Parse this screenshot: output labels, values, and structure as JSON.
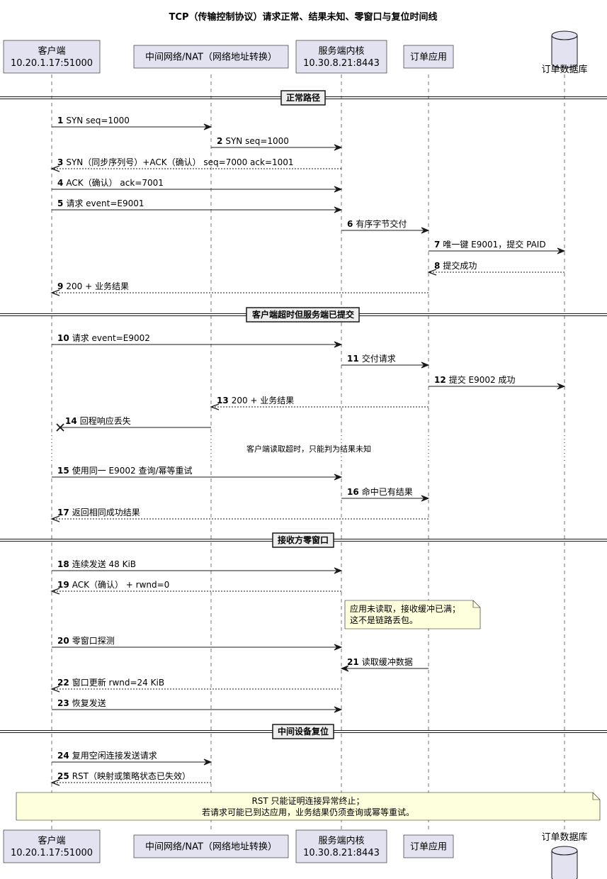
{
  "title": "TCP（传输控制协议）请求正常、结果未知、零窗口与复位时间线",
  "participants": [
    {
      "id": "client",
      "lines": [
        "客户端",
        "10.20.1.17:51000"
      ]
    },
    {
      "id": "nat",
      "lines": [
        "中间网络/NAT（网络地址转换）"
      ]
    },
    {
      "id": "kernel",
      "lines": [
        "服务端内核",
        "10.30.8.21:8443"
      ]
    },
    {
      "id": "app",
      "lines": [
        "订单应用"
      ]
    },
    {
      "id": "db",
      "type": "database",
      "lines": [
        "订单数据库"
      ]
    }
  ],
  "dividers": [
    {
      "label": "正常路径"
    },
    {
      "label": "客户端超时但服务端已提交"
    },
    {
      "label": "接收方零窗口"
    },
    {
      "label": "中间设备复位"
    }
  ],
  "messages": [
    {
      "num": "1",
      "text": "SYN seq=1000",
      "from": "client",
      "to": "nat",
      "style": "solid"
    },
    {
      "num": "2",
      "text": "SYN seq=1000",
      "from": "nat",
      "to": "kernel",
      "style": "solid"
    },
    {
      "num": "3",
      "text": "SYN（同步序列号）+ACK（确认） seq=7000 ack=1001",
      "from": "kernel",
      "to": "client",
      "style": "dashed"
    },
    {
      "num": "4",
      "text": "ACK（确认） ack=7001",
      "from": "client",
      "to": "kernel",
      "style": "solid"
    },
    {
      "num": "5",
      "text": "请求 event=E9001",
      "from": "client",
      "to": "kernel",
      "style": "solid"
    },
    {
      "num": "6",
      "text": "有序字节交付",
      "from": "kernel",
      "to": "app",
      "style": "solid"
    },
    {
      "num": "7",
      "text": "唯一键 E9001，提交 PAID",
      "from": "app",
      "to": "db",
      "style": "solid"
    },
    {
      "num": "8",
      "text": "提交成功",
      "from": "db",
      "to": "app",
      "style": "dashed"
    },
    {
      "num": "9",
      "text": "200 + 业务结果",
      "from": "app",
      "to": "client",
      "style": "dashed"
    },
    {
      "num": "10",
      "text": "请求 event=E9002",
      "from": "client",
      "to": "kernel",
      "style": "solid"
    },
    {
      "num": "11",
      "text": "交付请求",
      "from": "kernel",
      "to": "app",
      "style": "solid"
    },
    {
      "num": "12",
      "text": "提交 E9002 成功",
      "from": "app",
      "to": "db",
      "style": "solid"
    },
    {
      "num": "13",
      "text": "200 + 业务结果",
      "from": "app",
      "to": "nat",
      "style": "dashed"
    },
    {
      "num": "14",
      "text": "回程响应丢失",
      "from": "nat",
      "to": "client",
      "style": "lost"
    },
    {
      "num": "15",
      "text": "使用同一 E9002 查询/幂等重试",
      "from": "client",
      "to": "kernel",
      "style": "solid"
    },
    {
      "num": "16",
      "text": "命中已有结果",
      "from": "kernel",
      "to": "app",
      "style": "solid"
    },
    {
      "num": "17",
      "text": "返回相同成功结果",
      "from": "app",
      "to": "client",
      "style": "dashed"
    },
    {
      "num": "18",
      "text": "连续发送 48 KiB",
      "from": "client",
      "to": "kernel",
      "style": "solid"
    },
    {
      "num": "19",
      "text": "ACK（确认） + rwnd=0",
      "from": "kernel",
      "to": "client",
      "style": "dashed"
    },
    {
      "num": "20",
      "text": "零窗口探测",
      "from": "client",
      "to": "kernel",
      "style": "solid"
    },
    {
      "num": "21",
      "text": "读取缓冲数据",
      "from": "app",
      "to": "kernel",
      "style": "solid"
    },
    {
      "num": "22",
      "text": "窗口更新 rwnd=24 KiB",
      "from": "kernel",
      "to": "client",
      "style": "dashed"
    },
    {
      "num": "23",
      "text": "恢复发送",
      "from": "client",
      "to": "kernel",
      "style": "solid"
    },
    {
      "num": "24",
      "text": "复用空闲连接发送请求",
      "from": "client",
      "to": "nat",
      "style": "solid"
    },
    {
      "num": "25",
      "text": "RST（映射或策略状态已失效）",
      "from": "nat",
      "to": "client",
      "style": "dashed"
    }
  ],
  "delay_text": "客户端读取超时，只能判为结果未知",
  "notes": [
    {
      "lines": [
        "应用未读取，接收缓冲已满；",
        "这不是链路丢包。"
      ]
    },
    {
      "lines": [
        "RST 只能证明连接异常终止；",
        "若请求可能已到达应用，业务结果仍须查询或幂等重试。"
      ]
    }
  ],
  "colors": {
    "participant_fill": "#E2E2F0",
    "participant_border": "#181818",
    "note_fill": "#FEFFDD",
    "lifeline": "#181818",
    "lost_mark": "#181818"
  }
}
